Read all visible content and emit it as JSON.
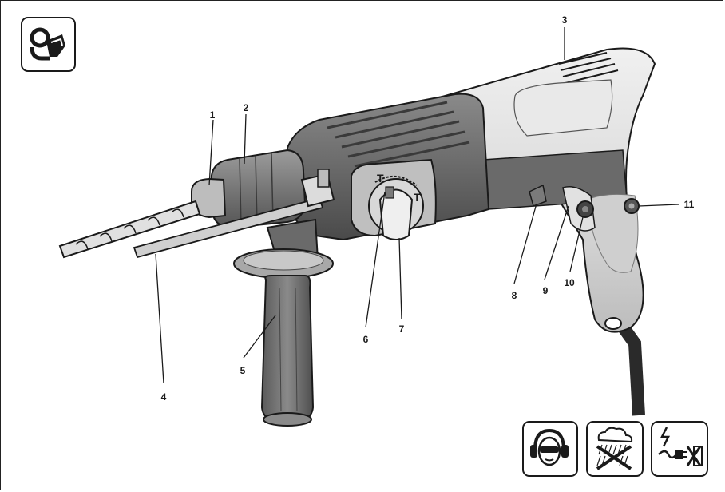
{
  "figure": {
    "callouts": [
      {
        "id": "c1",
        "label": "1"
      },
      {
        "id": "c2",
        "label": "2"
      },
      {
        "id": "c3",
        "label": "3"
      },
      {
        "id": "c4",
        "label": "4"
      },
      {
        "id": "c5",
        "label": "5"
      },
      {
        "id": "c6",
        "label": "6"
      },
      {
        "id": "c7",
        "label": "7"
      },
      {
        "id": "c8",
        "label": "8"
      },
      {
        "id": "c9",
        "label": "9"
      },
      {
        "id": "c10",
        "label": "10"
      },
      {
        "id": "c11",
        "label": "11"
      }
    ],
    "icons": {
      "top_left": "read-manual-icon",
      "bottom": [
        "hearing-eye-protection-icon",
        "no-rain-exposure-icon",
        "unplug-before-service-icon"
      ]
    },
    "colors": {
      "line": "#1a1a1a",
      "body_dark": "#6e6e6e",
      "body_mid": "#9a9a9a",
      "body_light": "#d6d6d6",
      "housing_light": "#e4e4e4"
    }
  }
}
